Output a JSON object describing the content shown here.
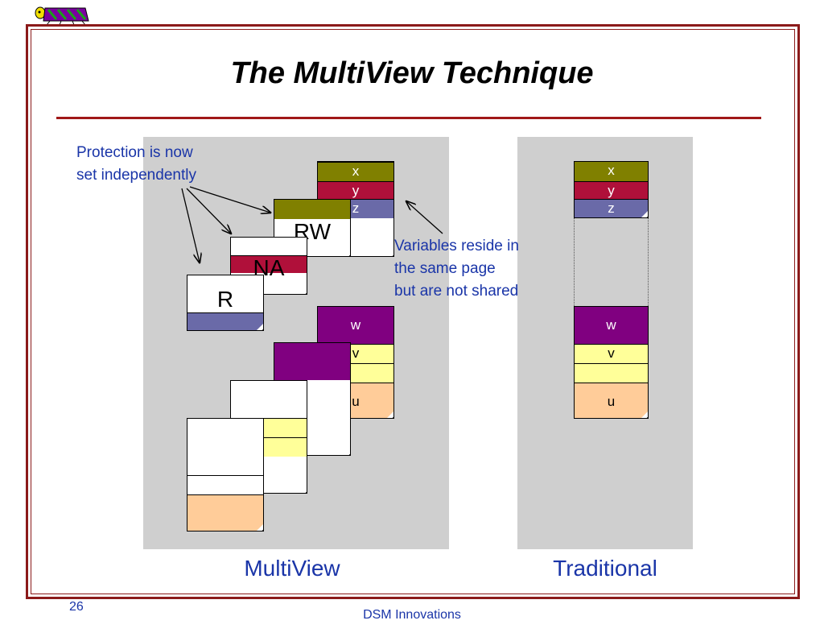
{
  "slide": {
    "title": "The MultiView Technique",
    "notes": {
      "protection_line1": "Protection is now",
      "protection_line2": "set independently",
      "variables_line1": "Variables reside in",
      "variables_line2": "the same page",
      "variables_line3": "but are not shared"
    },
    "captions": {
      "multiview": "MultiView",
      "traditional": "Traditional"
    },
    "footer": {
      "page_number": "26",
      "org": "DSM Innovations"
    }
  },
  "variables": {
    "x": "x",
    "y": "y",
    "z": "z",
    "w": "w",
    "v": "v",
    "u": "u"
  },
  "permissions": {
    "rw": "RW",
    "na": "NA",
    "r": "R"
  },
  "colors": {
    "x": "#808000",
    "y": "#b0103a",
    "z": "#6a6aa8",
    "w": "#800080",
    "v": "#ffff99",
    "u": "#ffcc99",
    "frame": "#8b1a1a",
    "text_blue": "#1a35a8",
    "panel": "#cfcfcf"
  }
}
